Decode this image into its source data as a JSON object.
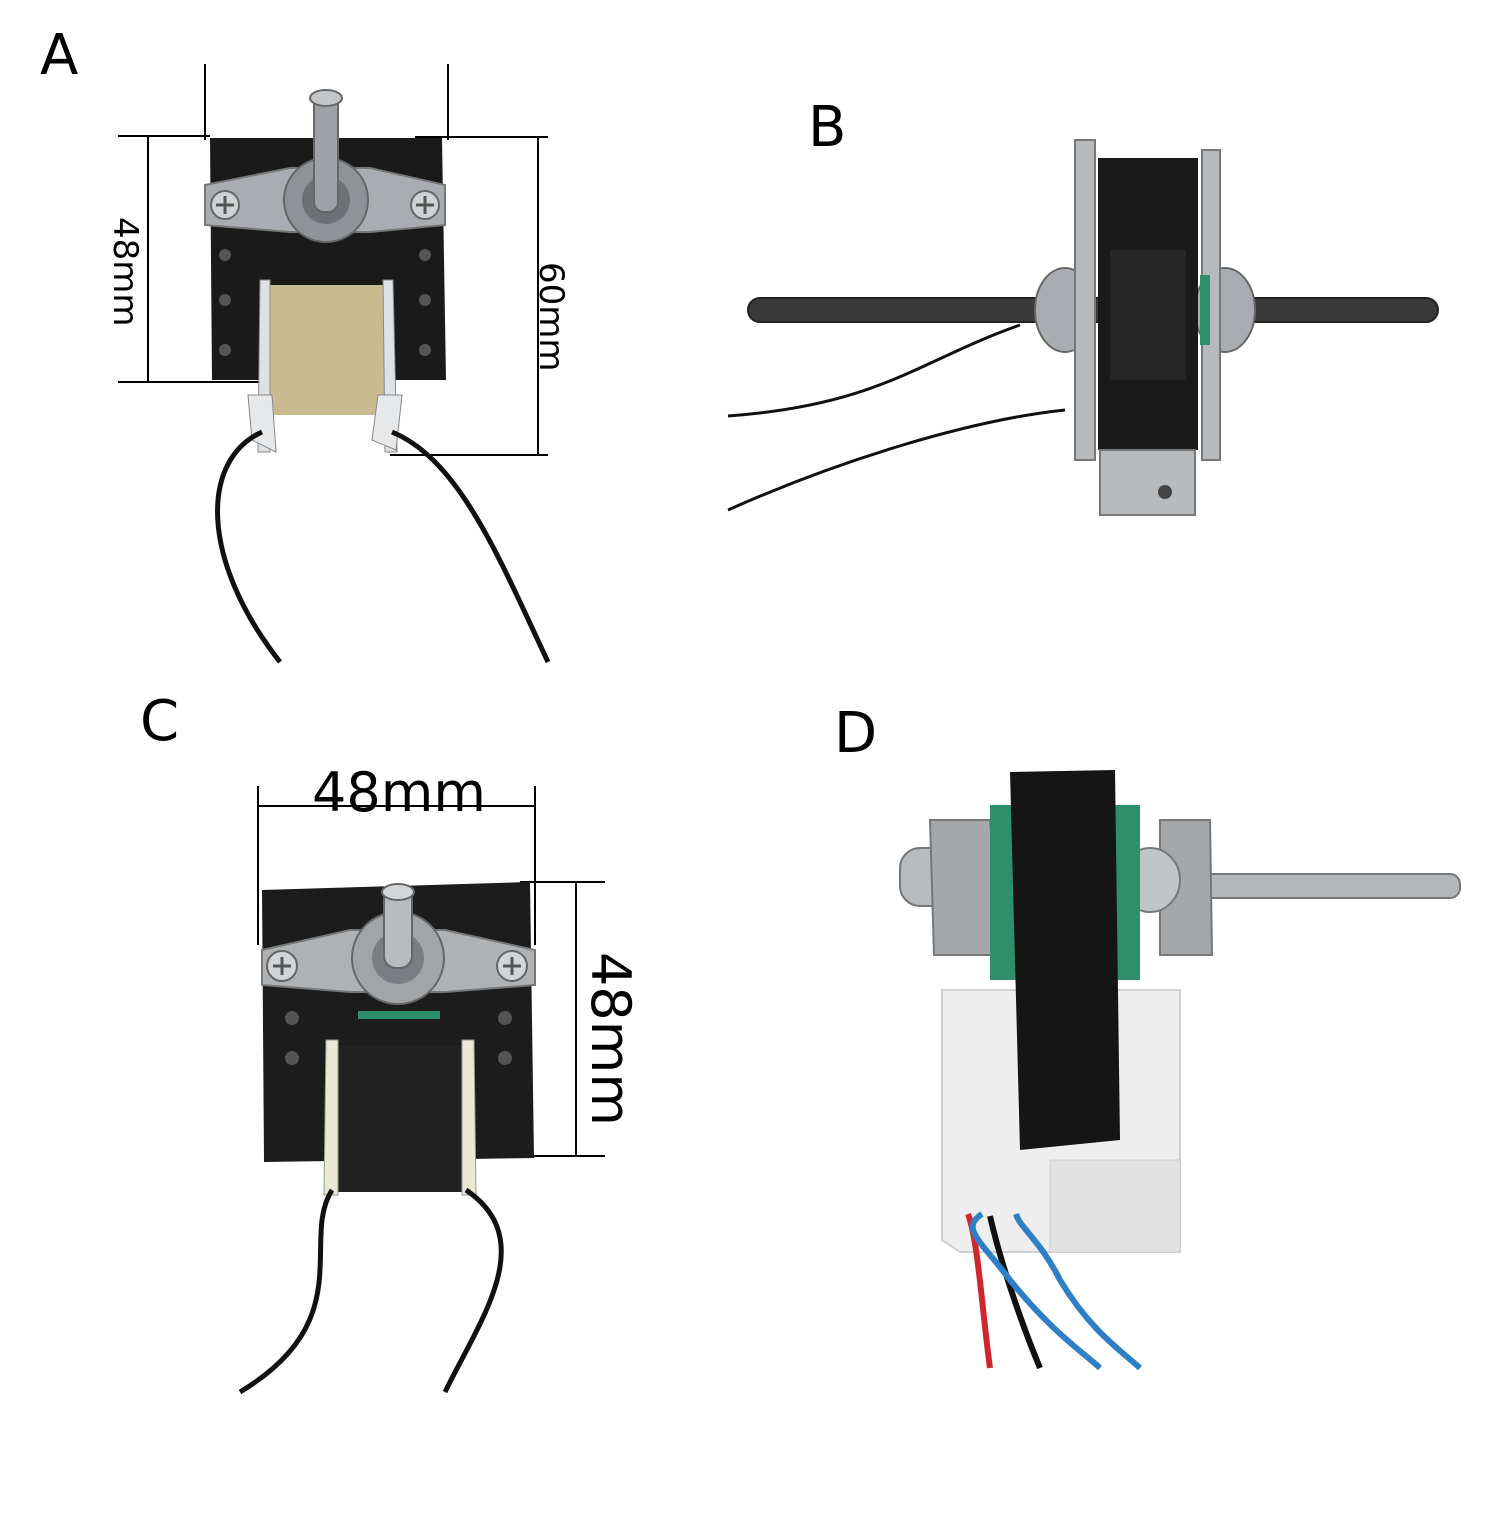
{
  "panels": [
    {
      "label": "A",
      "dimensions": [
        "48mm",
        "60mm"
      ]
    },
    {
      "label": "B",
      "dimensions": []
    },
    {
      "label": "C",
      "dimensions": [
        "48mm",
        "48mm"
      ]
    },
    {
      "label": "D",
      "dimensions": []
    }
  ],
  "colors": {
    "frame_black": "#1a1a1a",
    "bracket_metal": "#a9adb1",
    "coil_gold": "#c9bb8f",
    "coil_black": "#222222",
    "insulator_white": "#eeeeee",
    "wire_red": "#d0282a",
    "wire_blue": "#2f7fc7",
    "wire_black": "#111111",
    "stator_green": "#2f8f6a"
  }
}
